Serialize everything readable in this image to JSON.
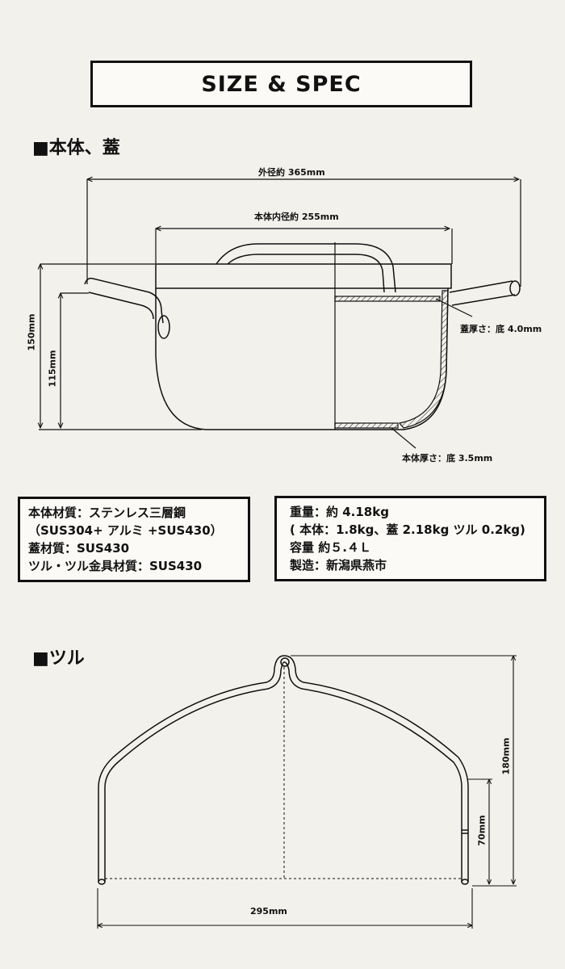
{
  "title": "SIZE & SPEC",
  "body_section": {
    "heading": "■本体、蓋",
    "dimensions": {
      "outer_diameter": "外径約 365mm",
      "inner_diameter": "本体内径約 255mm",
      "total_height": "150mm",
      "body_height": "115mm",
      "lid_thickness": "蓋厚さ：底 4.0mm",
      "body_thickness": "本体厚さ：底 3.5mm"
    }
  },
  "spec_left": [
    "本体材質：ステンレス三層鋼",
    "（SUS304+ アルミ +SUS430）",
    "蓋材質：SUS430",
    "ツル・ツル金具材質：SUS430"
  ],
  "spec_right": [
    "重量：約 4.18kg",
    "( 本体：1.8kg、蓋 2.18kg ツル 0.2kg)",
    "容量  約５.４Ｌ",
    "製造：新潟県燕市"
  ],
  "handle_section": {
    "heading": "■ツル",
    "dimensions": {
      "height": "180mm",
      "leg_height": "70mm",
      "width": "295mm"
    }
  }
}
